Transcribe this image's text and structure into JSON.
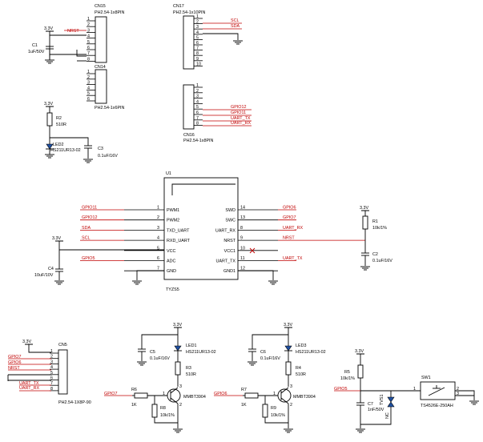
{
  "connectors": {
    "cn15": {
      "ref": "CN15",
      "part": "PH2.54-1x8PIN",
      "pins": [
        "1",
        "2",
        "3",
        "4",
        "5",
        "6",
        "7",
        "8"
      ],
      "nets": {
        "nrst": "NRST"
      }
    },
    "cn14": {
      "ref": "CN14",
      "part": "PH2.54-1x6PIN",
      "pins": [
        "1",
        "2",
        "3",
        "4",
        "5",
        "6"
      ]
    },
    "cn17": {
      "ref": "CN17",
      "part": "PH2.54-1x10PIN",
      "pins": [
        "1",
        "2",
        "3",
        "4",
        "5",
        "6",
        "7",
        "8",
        "9",
        "10"
      ],
      "nets": {
        "scl": "SCL",
        "sda": "SDA"
      }
    },
    "cn16": {
      "ref": "CN16",
      "part": "PH2.54-1x8PIN",
      "pins": [
        "1",
        "2",
        "3",
        "4",
        "5",
        "6",
        "7",
        "8"
      ],
      "nets": {
        "gpio12": "GPIO12",
        "gpio11": "GPIO11",
        "uart_tx": "UART_TX",
        "uart_rx": "UART_RX"
      }
    },
    "cn5": {
      "ref": "CN5",
      "part": "PH2.54-1X8P-90",
      "pins": [
        "1",
        "2",
        "3",
        "4",
        "5",
        "6",
        "7",
        "8"
      ],
      "nets": {
        "gpio7": "GPIO7",
        "gpio6": "GPIO6",
        "nrst": "NRST",
        "uart_tx": "UART_TX",
        "uart_rx": "UART_RX"
      }
    }
  },
  "power": {
    "v33": "3.3V"
  },
  "passives": {
    "c1": {
      "ref": "C1",
      "value": "1uF/50V"
    },
    "r2": {
      "ref": "R2",
      "value": "510R"
    },
    "led2": {
      "ref": "LED2",
      "value": "HS211UR13-02"
    },
    "c3": {
      "ref": "C3",
      "value": "0.1uF/16V"
    },
    "c4": {
      "ref": "C4",
      "value": "10uF/10V"
    },
    "r1": {
      "ref": "R1",
      "value": "10k/1%"
    },
    "c2": {
      "ref": "C2",
      "value": "0.1uF/16V"
    },
    "c5": {
      "ref": "C5",
      "value": "0.1uF/16V"
    },
    "led1": {
      "ref": "LED1",
      "value": "HS211UR13-02"
    },
    "r3": {
      "ref": "R3",
      "value": "510R"
    },
    "r6": {
      "ref": "R6",
      "value": "1K"
    },
    "r8": {
      "ref": "R8",
      "value": "10k/1%"
    },
    "q1": {
      "value": "MMBT3904"
    },
    "c6": {
      "ref": "C6",
      "value": "0.1uF/16V"
    },
    "led3": {
      "ref": "LED3",
      "value": "HS211UR13-02"
    },
    "r4": {
      "ref": "R4",
      "value": "510R"
    },
    "r7": {
      "ref": "R7",
      "value": "1K"
    },
    "r9": {
      "ref": "R9",
      "value": "10k/1%"
    },
    "q2": {
      "value": "MMBT3904"
    },
    "r5": {
      "ref": "R5",
      "value": "10k/1%"
    },
    "c7": {
      "ref": "C7",
      "value": "1nF/50V"
    },
    "tvs1": {
      "ref": "TVS1",
      "nc": "NC"
    },
    "sw1": {
      "ref": "SW1",
      "value": "TS4526E-250AH"
    }
  },
  "module": {
    "ref": "U1",
    "name": "TYZS5",
    "left_pins": [
      {
        "num": "1",
        "name": "PWM1",
        "net": "GPIO11"
      },
      {
        "num": "2",
        "name": "PWM2",
        "net": "GPIO12"
      },
      {
        "num": "3",
        "name": "TXD_UART",
        "net": "SDA"
      },
      {
        "num": "4",
        "name": "RXD_UART",
        "net": "SCL"
      },
      {
        "num": "5",
        "name": "VCC",
        "net": ""
      },
      {
        "num": "6",
        "name": "ADC",
        "net": "GPIO5"
      },
      {
        "num": "7",
        "name": "GND",
        "net": ""
      }
    ],
    "right_pins": [
      {
        "num": "14",
        "name": "SWD",
        "net": "GPIO6"
      },
      {
        "num": "13",
        "name": "SWC",
        "net": "GPIO7"
      },
      {
        "num": "8",
        "name": "UART_RX",
        "net": "UART_RX"
      },
      {
        "num": "9",
        "name": "NRST",
        "net": "NRST"
      },
      {
        "num": "10",
        "name": "VCC1",
        "net": ""
      },
      {
        "num": "11",
        "name": "UART_TX",
        "net": "UART_TX"
      },
      {
        "num": "12",
        "name": "GND1",
        "net": ""
      }
    ]
  },
  "nets": {
    "gpio7": "GPIO7",
    "gpio6": "GPIO6",
    "gpio5": "GPIO5"
  },
  "switch_pins": [
    "1",
    "2",
    "3"
  ],
  "q_pins": [
    "1",
    "2",
    "3"
  ]
}
